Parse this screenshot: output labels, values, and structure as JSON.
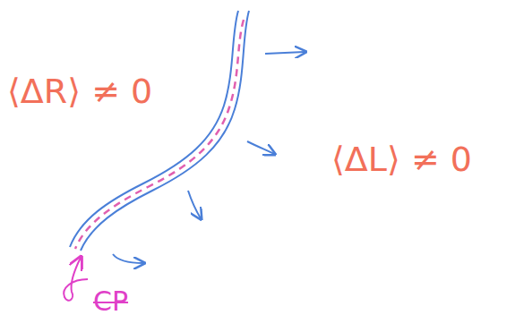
{
  "diagram": {
    "labels": [
      "⟨ΔR⟩ ≠ 0",
      "⟨ΔL⟩ ≠ 0",
      "CP"
    ]
  }
}
